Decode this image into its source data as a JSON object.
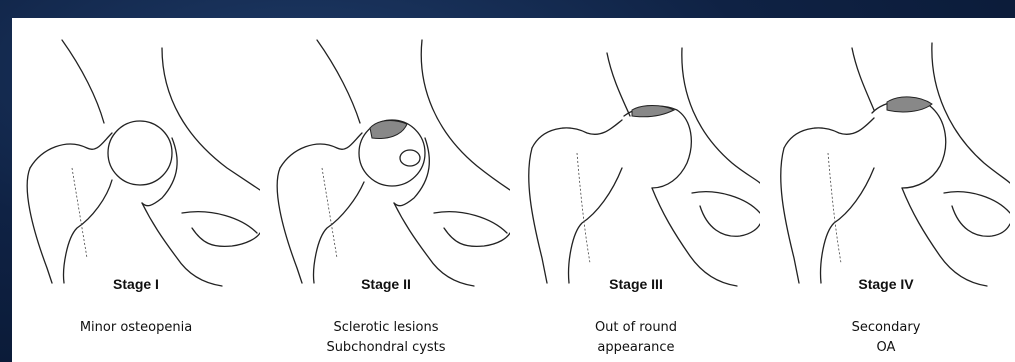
{
  "stages": [
    {
      "title": "Stage I",
      "description": [
        "Minor osteopenia"
      ]
    },
    {
      "title": "Stage II",
      "description": [
        "Sclerotic lesions",
        "Subchondral cysts"
      ]
    },
    {
      "title": "Stage III",
      "description": [
        "Out of round",
        "appearance"
      ]
    },
    {
      "title": "Stage IV",
      "description": [
        "Secondary",
        "OA"
      ]
    }
  ]
}
